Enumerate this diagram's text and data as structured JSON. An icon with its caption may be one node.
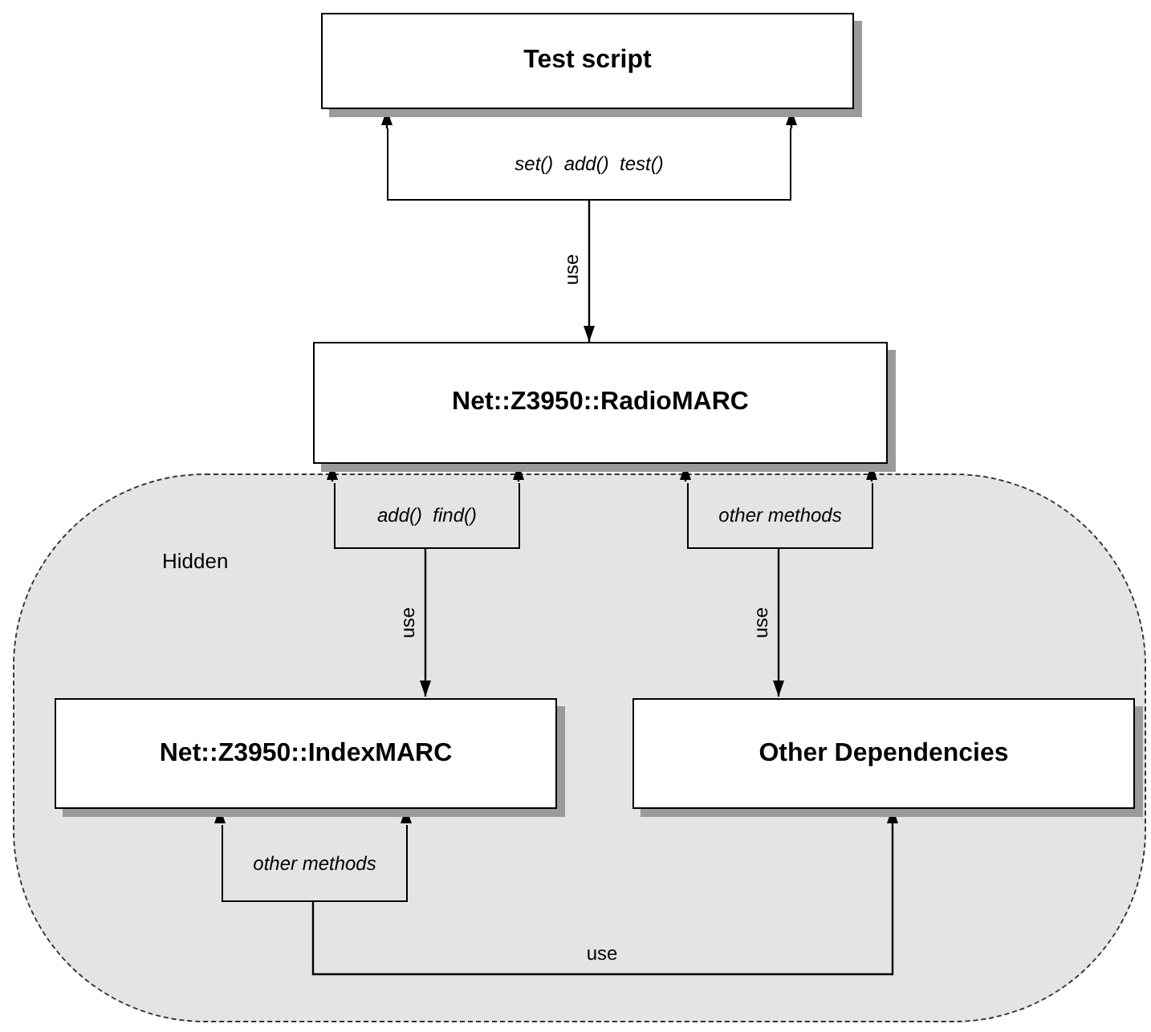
{
  "diagram": {
    "nodes": [
      {
        "text": [
          "Test script"
        ]
      },
      {
        "text": [
          "set()  add()  test()"
        ]
      },
      {
        "text": [
          "Net::Z3950::RadioMARC"
        ]
      },
      {
        "text": [
          "Hidden"
        ]
      },
      {
        "text": [
          "add()  find()"
        ],
        "in": 3
      },
      {
        "text": [
          "other methods"
        ],
        "in": 3
      },
      {
        "text": [
          "Net::Z3950::IndexMARC"
        ],
        "in": 3
      },
      {
        "text": [
          "Other Dependencies"
        ],
        "in": 3
      },
      {
        "text": [
          "other methods"
        ],
        "in": 3
      }
    ],
    "edges": [
      {
        "from": 1,
        "to": 0,
        "arrow": "to"
      },
      {
        "from": 1,
        "to": 0,
        "arrow": "to"
      },
      {
        "from": 1,
        "to": 2,
        "arrow": "to",
        "label": "use"
      },
      {
        "from": 4,
        "to": 2,
        "arrow": "to"
      },
      {
        "from": 4,
        "to": 2,
        "arrow": "to"
      },
      {
        "from": 5,
        "to": 2,
        "arrow": "to"
      },
      {
        "from": 5,
        "to": 2,
        "arrow": "to"
      },
      {
        "from": 4,
        "to": 6,
        "arrow": "to",
        "label": "use"
      },
      {
        "from": 5,
        "to": 7,
        "arrow": "to",
        "label": "use"
      },
      {
        "from": 8,
        "to": 6,
        "arrow": "to"
      },
      {
        "from": 8,
        "to": 6,
        "arrow": "to"
      },
      {
        "from": 8,
        "to": 7,
        "arrow": "to",
        "label": "use"
      }
    ]
  }
}
